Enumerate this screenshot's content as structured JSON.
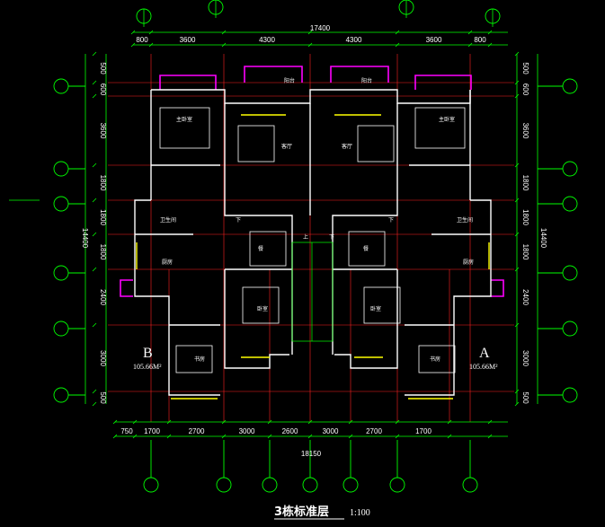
{
  "drawing": {
    "title": "3栋标准层",
    "scale": "1:100",
    "colors": {
      "background": "#000000",
      "grid": "#ff0000",
      "dimension": "#00ff00",
      "wall": "#ffffff",
      "balcony": "#ff00ff",
      "window": "#ffff00"
    }
  },
  "dimensions": {
    "top_total": "17400",
    "top": [
      "800",
      "3600",
      "4300",
      "4300",
      "3600",
      "800"
    ],
    "bottom": [
      "750",
      "1700",
      "2700",
      "3000",
      "2600",
      "3000",
      "2700",
      "1700"
    ],
    "bottom_total": "18150",
    "left": [
      "500",
      "600",
      "3600",
      "1800",
      "1800",
      "1800",
      "2400",
      "3000",
      "500"
    ],
    "right": [
      "500",
      "600",
      "3600",
      "1800",
      "1800",
      "1800",
      "2400",
      "3000",
      "500"
    ],
    "side_total": "14400"
  },
  "units": {
    "left": {
      "label": "B",
      "area": "105.66M²"
    },
    "right": {
      "label": "A",
      "area": "105.66M²"
    }
  },
  "rooms": {
    "balcony": "阳台",
    "master_bedroom": "主卧室",
    "living": "客厅",
    "dining": "餐",
    "bedroom": "卧室",
    "kitchen": "厨房",
    "study": "书房",
    "bath": "卫生间",
    "down": "下",
    "up": "上"
  }
}
